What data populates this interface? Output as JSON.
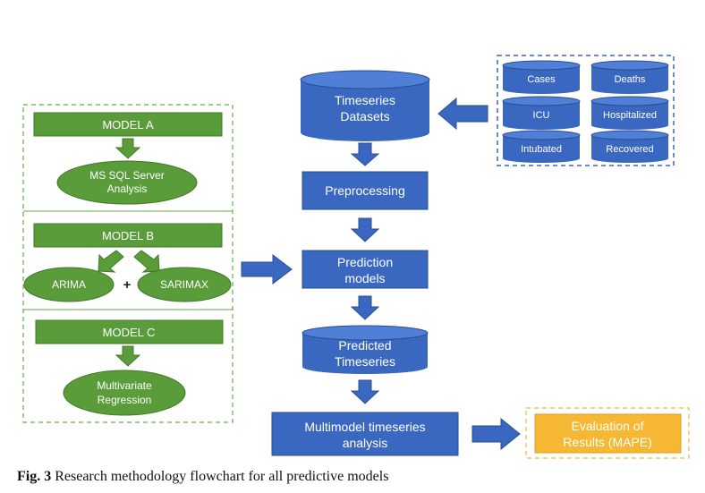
{
  "colors": {
    "blue": "#3a67bf",
    "blue_dark": "#2a4d8f",
    "green": "#5a9b3a",
    "green_dark": "#3f7a26",
    "orange": "#f6b833",
    "orange_border": "#e0a020",
    "border_dashed_blue": "#3a67bf",
    "border_dashed_green": "#6aaa4a"
  },
  "data_sources": {
    "items": [
      "Cases",
      "Deaths",
      "ICU",
      "Hospitalized",
      "Intubated",
      "Recovered"
    ]
  },
  "main_flow": {
    "timeseries_datasets": [
      "Timeseries",
      "Datasets"
    ],
    "preprocessing": "Preprocessing",
    "prediction_models": [
      "Prediction",
      "models"
    ],
    "predicted_timeseries": [
      "Predicted",
      "Timeseries"
    ],
    "multimodel_analysis": [
      "Multimodel timeseries",
      "analysis"
    ],
    "evaluation": [
      "Evaluation of",
      "Results (MAPE)"
    ]
  },
  "models": {
    "model_a": {
      "title": "MODEL A",
      "method": [
        "MS SQL Server",
        "Analysis"
      ]
    },
    "model_b": {
      "title": "MODEL B",
      "method_left": "ARIMA",
      "plus": "+",
      "method_right": "SARIMAX"
    },
    "model_c": {
      "title": "MODEL C",
      "method": [
        "Multivariate",
        "Regression"
      ]
    }
  },
  "caption": {
    "label": "Fig. 3",
    "text": " Research methodology flowchart for all predictive models"
  }
}
